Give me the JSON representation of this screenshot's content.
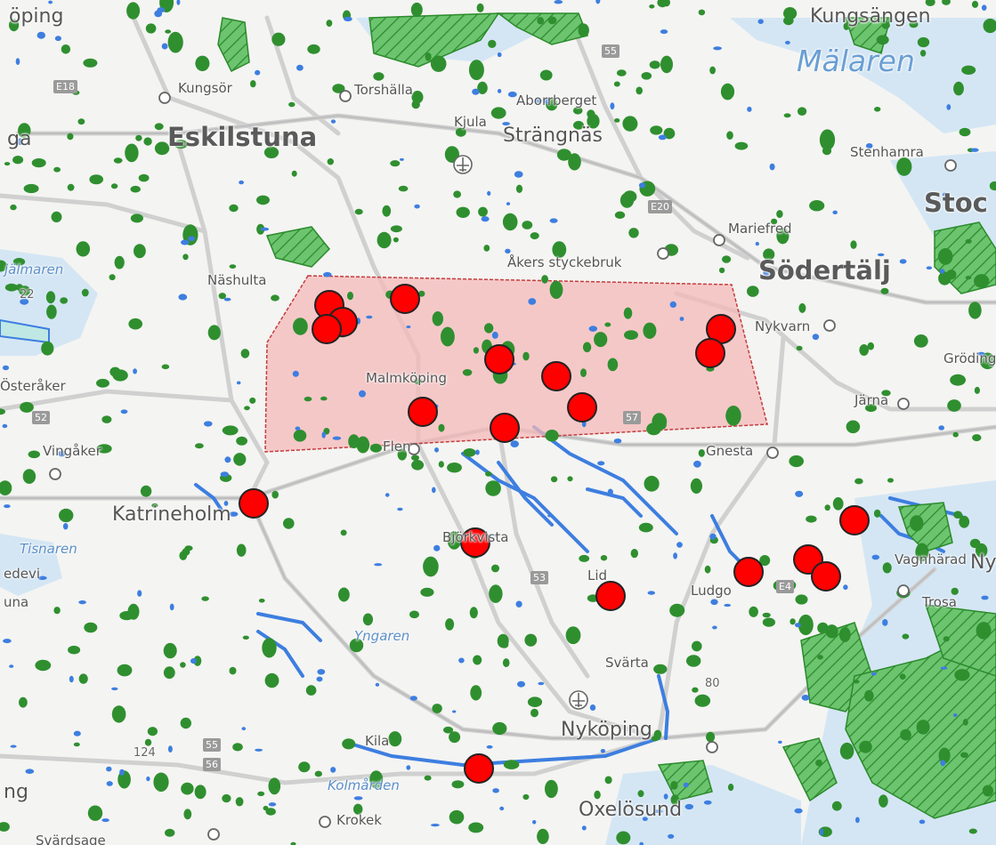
{
  "map": {
    "labels": [
      {
        "id": "koping",
        "text": "öping",
        "cls": "city-mid"
      },
      {
        "id": "kungsor",
        "text": "Kungsör",
        "cls": "town"
      },
      {
        "id": "torshalla",
        "text": "Torshälla",
        "cls": "town"
      },
      {
        "id": "arborrberget",
        "text": "Aborrberget",
        "cls": "town"
      },
      {
        "id": "kungsangen",
        "text": "Kungsängen",
        "cls": "city-mid"
      },
      {
        "id": "malaren",
        "text": "Mälaren",
        "cls": "water-big"
      },
      {
        "id": "ga",
        "text": "ga",
        "cls": "city-mid"
      },
      {
        "id": "eskilstuna",
        "text": "Eskilstuna",
        "cls": "city-big"
      },
      {
        "id": "kjula",
        "text": "Kjula",
        "cls": "town"
      },
      {
        "id": "strangnas",
        "text": "Strängnäs",
        "cls": "city-mid"
      },
      {
        "id": "stenhamra",
        "text": "Stenhamra",
        "cls": "town"
      },
      {
        "id": "stockholm",
        "text": "Stoc",
        "cls": "city-big"
      },
      {
        "id": "mariefred",
        "text": "Mariefred",
        "cls": "town"
      },
      {
        "id": "hjalmaren",
        "text": "jälmaren",
        "cls": "water"
      },
      {
        "id": "akers",
        "text": "Åkers styckebruk",
        "cls": "town"
      },
      {
        "id": "sodertalje",
        "text": "Södertälj",
        "cls": "city-big"
      },
      {
        "id": "nashulta",
        "text": "Näshulta",
        "cls": "town"
      },
      {
        "id": "nykvarn",
        "text": "Nykvarn",
        "cls": "town"
      },
      {
        "id": "osteraker",
        "text": "Österåker",
        "cls": "town"
      },
      {
        "id": "malmkoping",
        "text": "Malmköping",
        "cls": "town"
      },
      {
        "id": "grodinge",
        "text": "Grödinge",
        "cls": "town"
      },
      {
        "id": "jarna",
        "text": "Järna",
        "cls": "town"
      },
      {
        "id": "vingaker",
        "text": "Vingåker",
        "cls": "town"
      },
      {
        "id": "flen",
        "text": "Flen",
        "cls": "town"
      },
      {
        "id": "gnesta",
        "text": "Gnesta",
        "cls": "town"
      },
      {
        "id": "katrineholm",
        "text": "Katrineholm",
        "cls": "city-mid"
      },
      {
        "id": "bjorkvik",
        "text": "Björkvista",
        "cls": "town"
      },
      {
        "id": "tisnaren",
        "text": "Tisnaren",
        "cls": "water"
      },
      {
        "id": "vagnharad",
        "text": "Vagnhärad",
        "cls": "town"
      },
      {
        "id": "nyn",
        "text": "Ny",
        "cls": "city-mid"
      },
      {
        "id": "redevi",
        "text": "edevi",
        "cls": "town"
      },
      {
        "id": "lid",
        "text": "Lid",
        "cls": "town"
      },
      {
        "id": "ludgo",
        "text": "Ludgo",
        "cls": "town"
      },
      {
        "id": "trosa",
        "text": "Trosa",
        "cls": "town"
      },
      {
        "id": "una",
        "text": "una",
        "cls": "town"
      },
      {
        "id": "yngaren",
        "text": "Yngaren",
        "cls": "water"
      },
      {
        "id": "svarta",
        "text": "Svärta",
        "cls": "town"
      },
      {
        "id": "n80",
        "text": "80",
        "cls": "road"
      },
      {
        "id": "n124",
        "text": "124",
        "cls": "road"
      },
      {
        "id": "nykoping",
        "text": "Nyköping",
        "cls": "city-mid"
      },
      {
        "id": "kila",
        "text": "Kila",
        "cls": "town"
      },
      {
        "id": "kolmarden",
        "text": "Kolmården",
        "cls": "water"
      },
      {
        "id": "ng",
        "text": "ng",
        "cls": "city-mid"
      },
      {
        "id": "krokek",
        "text": "Krokek",
        "cls": "town"
      },
      {
        "id": "oxelosund",
        "text": "Oxelösund",
        "cls": "city-mid"
      },
      {
        "id": "svardsage",
        "text": "Svärdsage",
        "cls": "town"
      },
      {
        "id": "n22",
        "text": "22",
        "cls": "road"
      }
    ],
    "shields": [
      {
        "id": "e18",
        "text": "E18"
      },
      {
        "id": "r55a",
        "text": "55"
      },
      {
        "id": "e20",
        "text": "E20"
      },
      {
        "id": "r52",
        "text": "52"
      },
      {
        "id": "r53",
        "text": "53"
      },
      {
        "id": "r57",
        "text": "57"
      },
      {
        "id": "e4",
        "text": "E4"
      },
      {
        "id": "r55b",
        "text": "55"
      },
      {
        "id": "r56",
        "text": "56"
      }
    ]
  },
  "colors": {
    "land": "#f4f4f2",
    "water": "#cfe3f3",
    "water_line": "#3d7ee0",
    "forest_fill": "#66c36a",
    "forest_stroke": "#2b8a2b",
    "dot_green": "#2f8f2f",
    "marker_red": "#ff0000",
    "polygon_fill": "#f5b9b9",
    "polygon_stroke": "#c43c3c"
  },
  "markers_count_note": ""
}
